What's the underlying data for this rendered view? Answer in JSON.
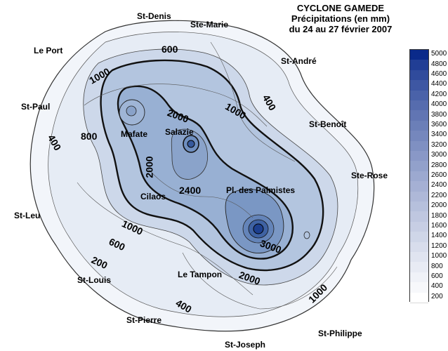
{
  "title": {
    "line1": "CYCLONE GAMEDE",
    "line2": "Précipitations (en mm)",
    "line3": "du 24 au 27 février 2007"
  },
  "places": [
    {
      "id": "st-denis",
      "label": "St-Denis"
    },
    {
      "id": "ste-marie",
      "label": "Ste-Marie"
    },
    {
      "id": "le-port",
      "label": "Le Port"
    },
    {
      "id": "st-andre",
      "label": "St-André"
    },
    {
      "id": "st-paul",
      "label": "St-Paul"
    },
    {
      "id": "st-benoit",
      "label": "St-Benoît"
    },
    {
      "id": "mafate",
      "label": "Mafate"
    },
    {
      "id": "salazie",
      "label": "Salazie"
    },
    {
      "id": "ste-rose",
      "label": "Ste-Rose"
    },
    {
      "id": "cilaos",
      "label": "Cilaos"
    },
    {
      "id": "pl-des-palmistes",
      "label": "Pl. des Palmistes"
    },
    {
      "id": "st-leu",
      "label": "St-Leu"
    },
    {
      "id": "le-tampon",
      "label": "Le Tampon"
    },
    {
      "id": "st-louis",
      "label": "St-Louis"
    },
    {
      "id": "st-pierre",
      "label": "St-Pierre"
    },
    {
      "id": "st-philippe",
      "label": "St-Philippe"
    },
    {
      "id": "st-joseph",
      "label": "St-Joseph"
    }
  ],
  "contour_labels": [
    {
      "id": "c600-north",
      "label": "600"
    },
    {
      "id": "c1000-nw",
      "label": "1000"
    },
    {
      "id": "c400-ne",
      "label": "400"
    },
    {
      "id": "c1000-ne",
      "label": "1000"
    },
    {
      "id": "c2000-north",
      "label": "2000"
    },
    {
      "id": "c800-west",
      "label": "800"
    },
    {
      "id": "c400-west",
      "label": "400"
    },
    {
      "id": "c2000-center",
      "label": "2000"
    },
    {
      "id": "c2400-center",
      "label": "2400"
    },
    {
      "id": "c1000-sw",
      "label": "1000"
    },
    {
      "id": "c600-sw",
      "label": "600"
    },
    {
      "id": "c3000-south",
      "label": "3000"
    },
    {
      "id": "c200-sw",
      "label": "200"
    },
    {
      "id": "c2000-south",
      "label": "2000"
    },
    {
      "id": "c400-south",
      "label": "400"
    },
    {
      "id": "c1000-se",
      "label": "1000"
    }
  ],
  "legend": {
    "levels": [
      "5000",
      "4800",
      "4600",
      "4400",
      "4200",
      "4000",
      "3800",
      "3600",
      "3400",
      "3200",
      "3000",
      "2800",
      "2600",
      "2400",
      "2200",
      "2000",
      "1800",
      "1600",
      "1400",
      "1200",
      "1000",
      "800",
      "600",
      "400",
      "200"
    ],
    "color_top": "#0a2a8a",
    "color_bottom": "#ffffff"
  },
  "colors": {
    "island_outer": "#f2f5fa",
    "low": "#e3eaf4",
    "mid": "#b9c9e0",
    "high": "#8ea7cc",
    "very_high": "#5a7db5",
    "peak": "#1d3f8f"
  }
}
